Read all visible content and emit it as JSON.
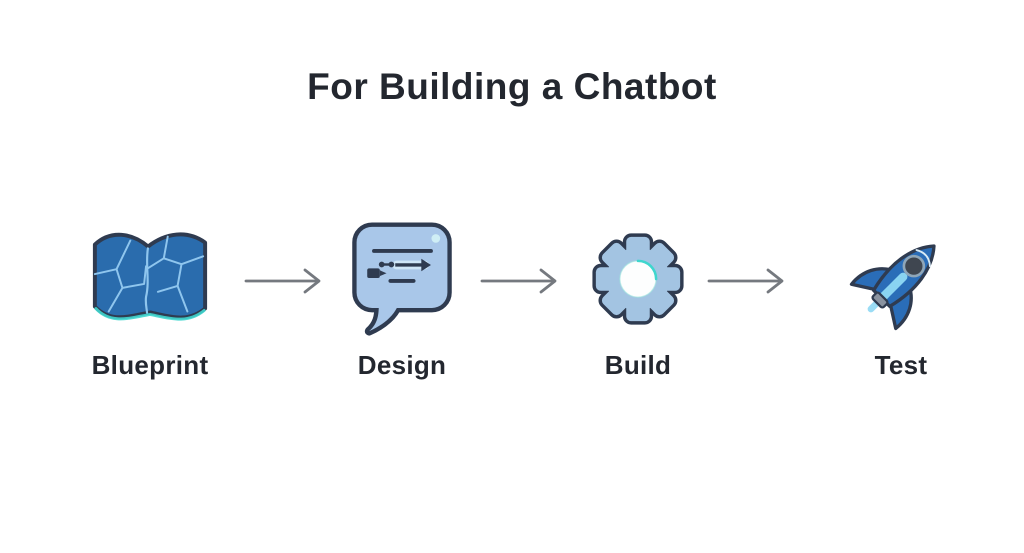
{
  "title": "For Building a Chatbot",
  "flow": {
    "steps": [
      {
        "label": "Blueprint",
        "icon": "map-icon"
      },
      {
        "label": "Design",
        "icon": "chat-bubble-flowchart-icon"
      },
      {
        "label": "Build",
        "icon": "gear-icon"
      },
      {
        "label": "Test",
        "icon": "rocket-icon"
      }
    ],
    "arrow_icon": "right-arrow-icon",
    "arrow_count": 3
  },
  "colors": {
    "background": "#ffffff",
    "text": "#23272f",
    "outline_navy": "#2f3b50",
    "deep_blue": "#2a6cad",
    "rocket_blue": "#2a6db8",
    "light_blue": "#a9c7e9",
    "pale_blue": "#cfe6f7",
    "sky_blue": "#8ad4f2",
    "teal_accent": "#3fd6ce",
    "arrow_gray": "#75797f"
  }
}
